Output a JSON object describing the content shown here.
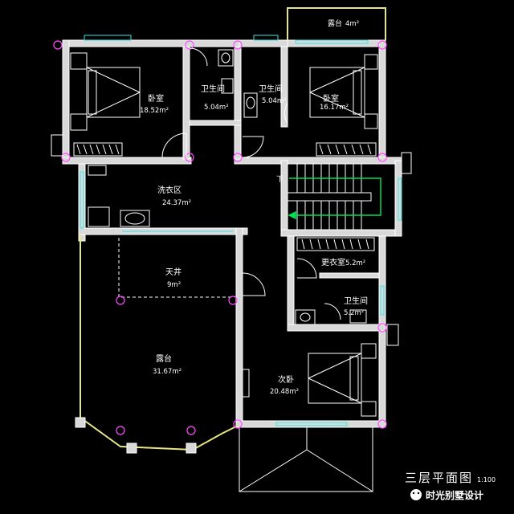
{
  "rooms": {
    "bedroom_left": {
      "name": "卧室",
      "area": "18.52m²"
    },
    "bath_left": {
      "name": "卫生间",
      "area": "5.04m²"
    },
    "bath_middle": {
      "name": "卫生间",
      "area": "5.04m²"
    },
    "bedroom_right": {
      "name": "卧室",
      "area": "16.17m²"
    },
    "balcony_top": {
      "name": "露台",
      "area": "4m²"
    },
    "laundry": {
      "name": "洗衣区",
      "area": "24.37m²"
    },
    "skywell": {
      "name": "天井",
      "area": "9m²"
    },
    "terrace": {
      "name": "露台",
      "area": "31.67m²"
    },
    "dressing": {
      "name": "更衣室",
      "area": "5.2m²"
    },
    "bath_right": {
      "name": "卫生间",
      "area": "5.2m²"
    },
    "second_bedroom": {
      "name": "次卧",
      "area": "20.48m²"
    }
  },
  "stair": {
    "label": "下"
  },
  "drawing": {
    "title": "三层平面图",
    "scale": "1:100"
  },
  "watermark": {
    "text": "时光别墅设计"
  },
  "colors": {
    "wall": "#ffffff",
    "wall_fill": "#d9d9d9",
    "fixture": "#ff4dff",
    "stair": "#33ff66",
    "window": "#33e6e6",
    "furniture": "#ffffff",
    "balcony_rail": "#e6e680",
    "stair_green": "#00e050"
  }
}
